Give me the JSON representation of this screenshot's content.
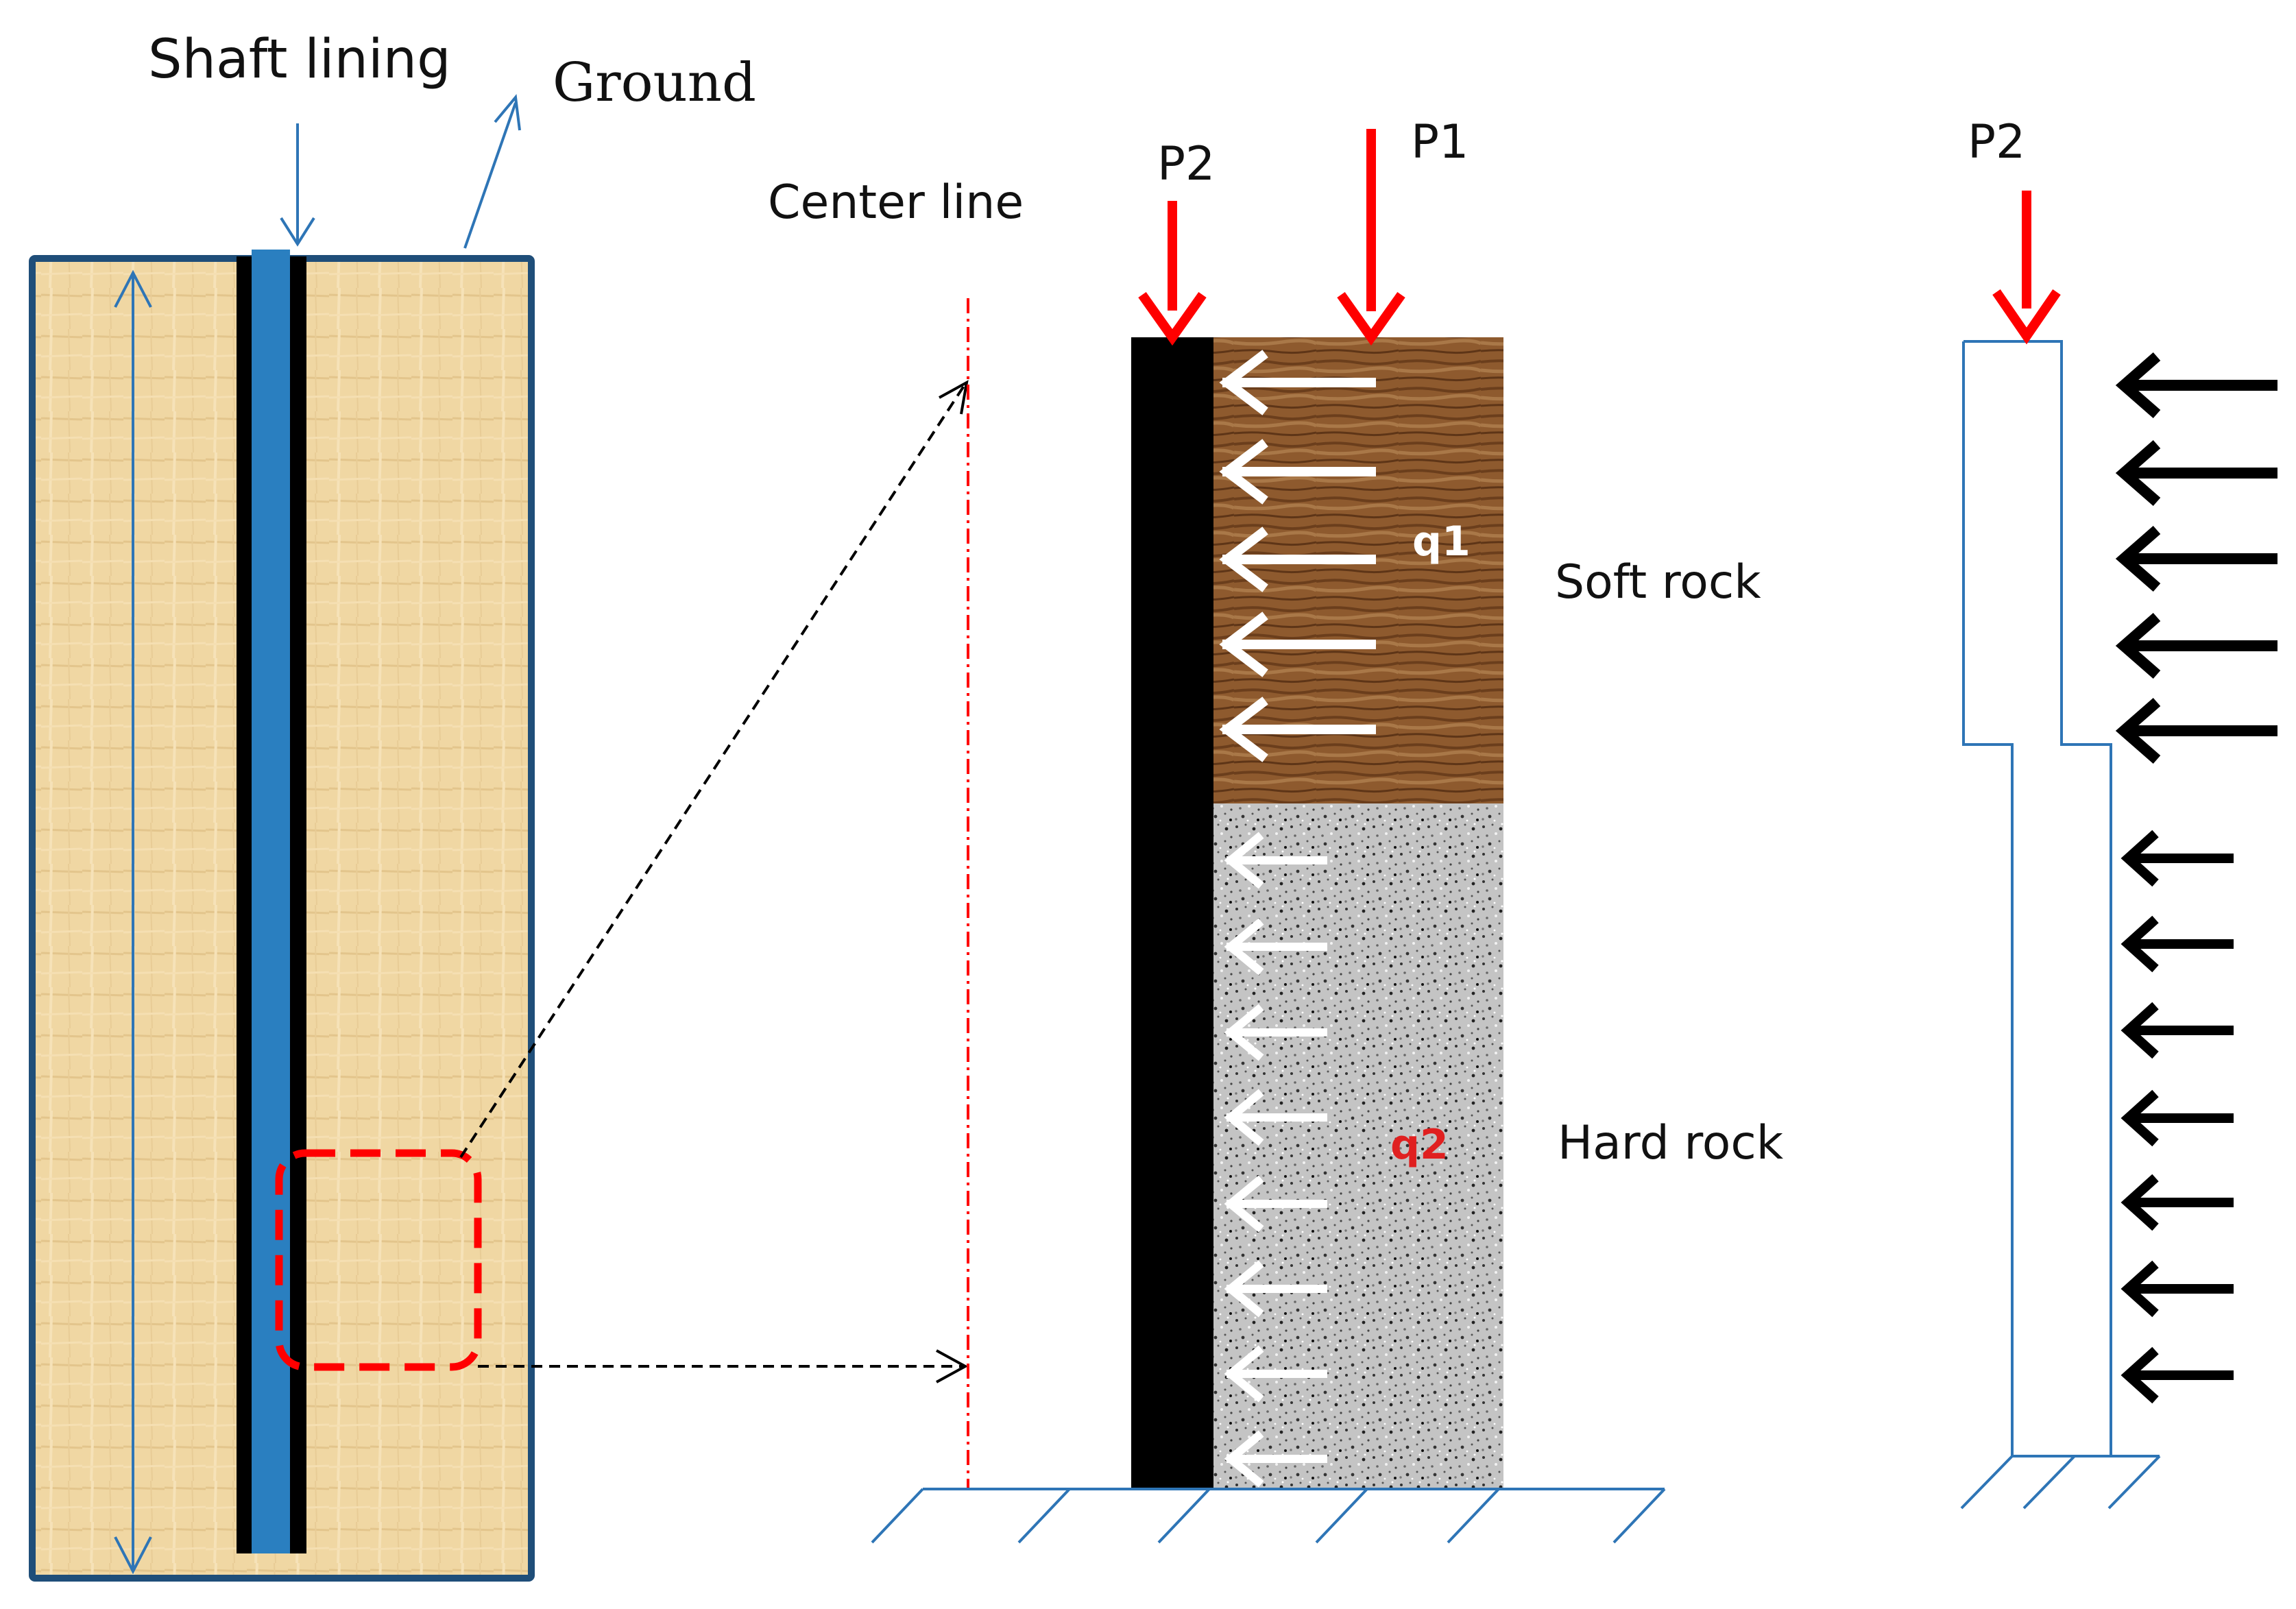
{
  "labels": {
    "shaft_lining": "Shaft lining",
    "ground": "Ground",
    "center_line": "Center line",
    "p2": "P2",
    "p1": "P1",
    "q1": "q1",
    "q2": "q2",
    "soft_rock": "Soft rock",
    "hard_rock": "Hard rock",
    "p2_right": "P2"
  },
  "colors": {
    "ground_fill": "#F0D7A3",
    "ground_border": "#1F4E79",
    "lining_blue": "#2A7FC0",
    "lining_black": "#000000",
    "line_blue": "#2E75B6",
    "load_red": "#FF0000",
    "highlight_red": "#FF0000",
    "soft_rock": "#8B5A2B",
    "hard_rock": "#B8B8B8",
    "arrow_white": "#FFFFFF",
    "arrow_black": "#000000",
    "q2_red": "#E02020"
  }
}
